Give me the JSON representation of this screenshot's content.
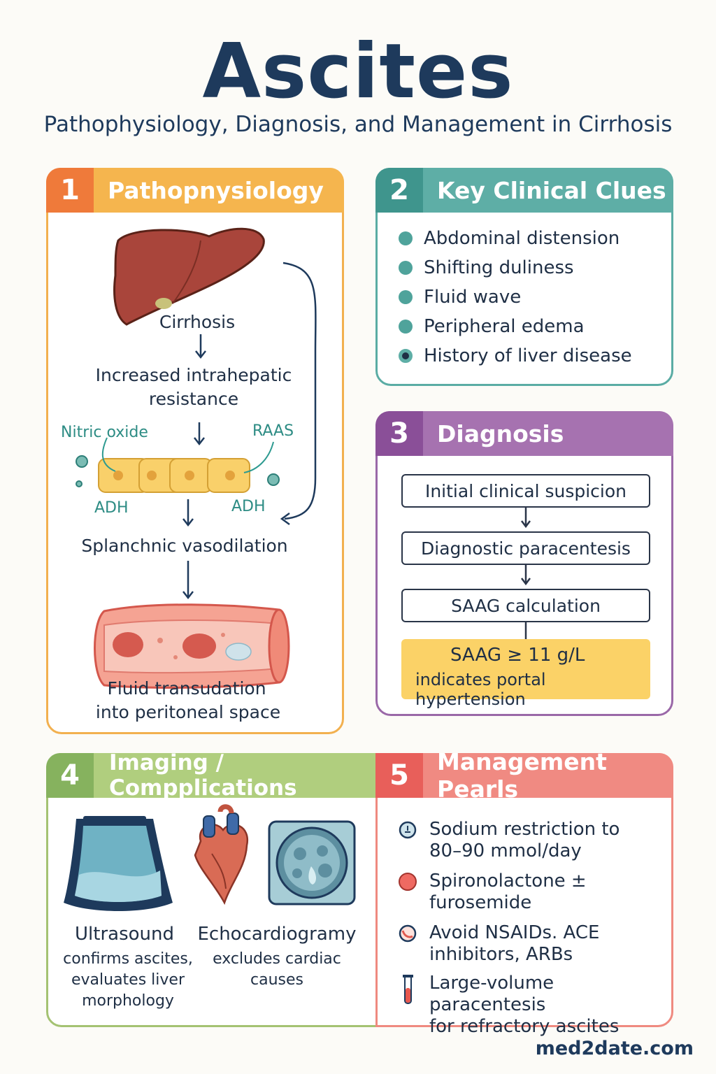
{
  "header": {
    "title": "Ascites",
    "subtitle": "Pathophysiology, Diagnosis, and Management in Cirrhosis"
  },
  "panels": {
    "p1": {
      "number": "1",
      "title": "Pathopnysiology",
      "cirrhosis": "Cirrhosis",
      "resistance_l1": "Increased intrahepatic",
      "resistance_l2": "resistance",
      "nitric_oxide": "Nitric oxide",
      "raas": "RAAS",
      "adh_left": "ADH",
      "adh_right": "ADH",
      "vasodilation": "Splanchnic vasodilation",
      "transudation_l1": "Fluid transudation",
      "transudation_l2": "into peritoneal space"
    },
    "p2": {
      "number": "2",
      "title": "Key Clinical Clues",
      "items": [
        "Abdominal distension",
        "Shifting duliness",
        "Fluid wave",
        "Peripheral edema",
        "History of liver disease"
      ]
    },
    "p3": {
      "number": "3",
      "title": "Diagnosis",
      "steps": [
        "Initial clinical suspicion",
        "Diagnostic paracentesis",
        "SAAG calculation"
      ],
      "result_l1": "SAAG ≥ 11 g/L",
      "result_l2": "indicates portal hypertension"
    },
    "p4": {
      "number": "4",
      "title": "Imaging / Compplications",
      "ultrasound": {
        "label": "Ultrasound",
        "desc_l1": "confirms ascites,",
        "desc_l2": "evaluates liver",
        "desc_l3": "morphology"
      },
      "echo": {
        "label": "Echocardiogramy",
        "desc_l1": "excludes cardiac",
        "desc_l2": "causes"
      }
    },
    "p5": {
      "number": "5",
      "title": "Management Pearls",
      "items": [
        {
          "l1": "Sodium restriction to",
          "l2": "80–90 mmol/day",
          "icon": "clock-icon"
        },
        {
          "l1": "Spironolactone ±",
          "l2": "furosemide",
          "icon": "pill-icon"
        },
        {
          "l1": "Avoid NSAIDs. ACE",
          "l2": "inhibitors, ARBs",
          "icon": "no-symbol-icon"
        },
        {
          "l1": "Large-volume paracentesis",
          "l2": "for refractory ascites",
          "icon": "test-tube-icon"
        }
      ]
    }
  },
  "footer": {
    "brand": "med2date.com"
  },
  "colors": {
    "navy": "#1e3a5c",
    "orange": "#f5b54e",
    "teal": "#5eaea6",
    "purple": "#a672b0",
    "green": "#b0ce7e",
    "coral": "#f08a82",
    "yellow": "#fbd267"
  }
}
